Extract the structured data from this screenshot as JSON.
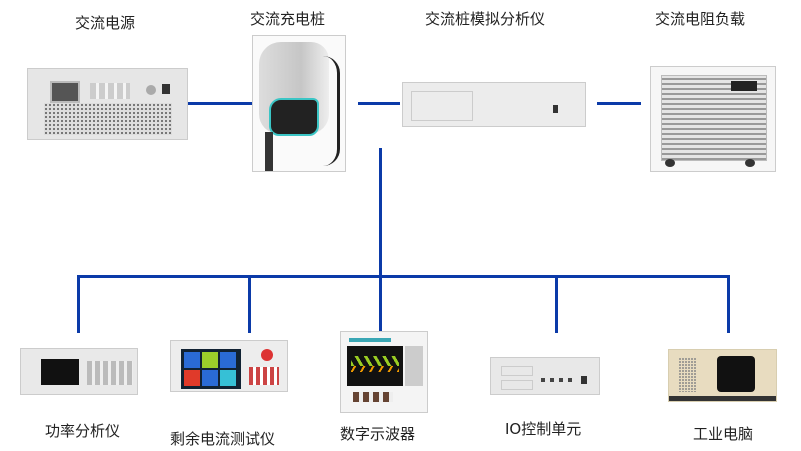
{
  "top": [
    {
      "label": "交流电源"
    },
    {
      "label": "交流充电桩"
    },
    {
      "label": "交流桩模拟分析仪"
    },
    {
      "label": "交流电阻负载"
    }
  ],
  "bottom": [
    {
      "label": "功率分析仪"
    },
    {
      "label": "剩余电流测试仪"
    },
    {
      "label": "数字示波器"
    },
    {
      "label": "IO控制单元"
    },
    {
      "label": "工业电脑"
    }
  ],
  "colors": {
    "line": "#0b3aa8"
  }
}
